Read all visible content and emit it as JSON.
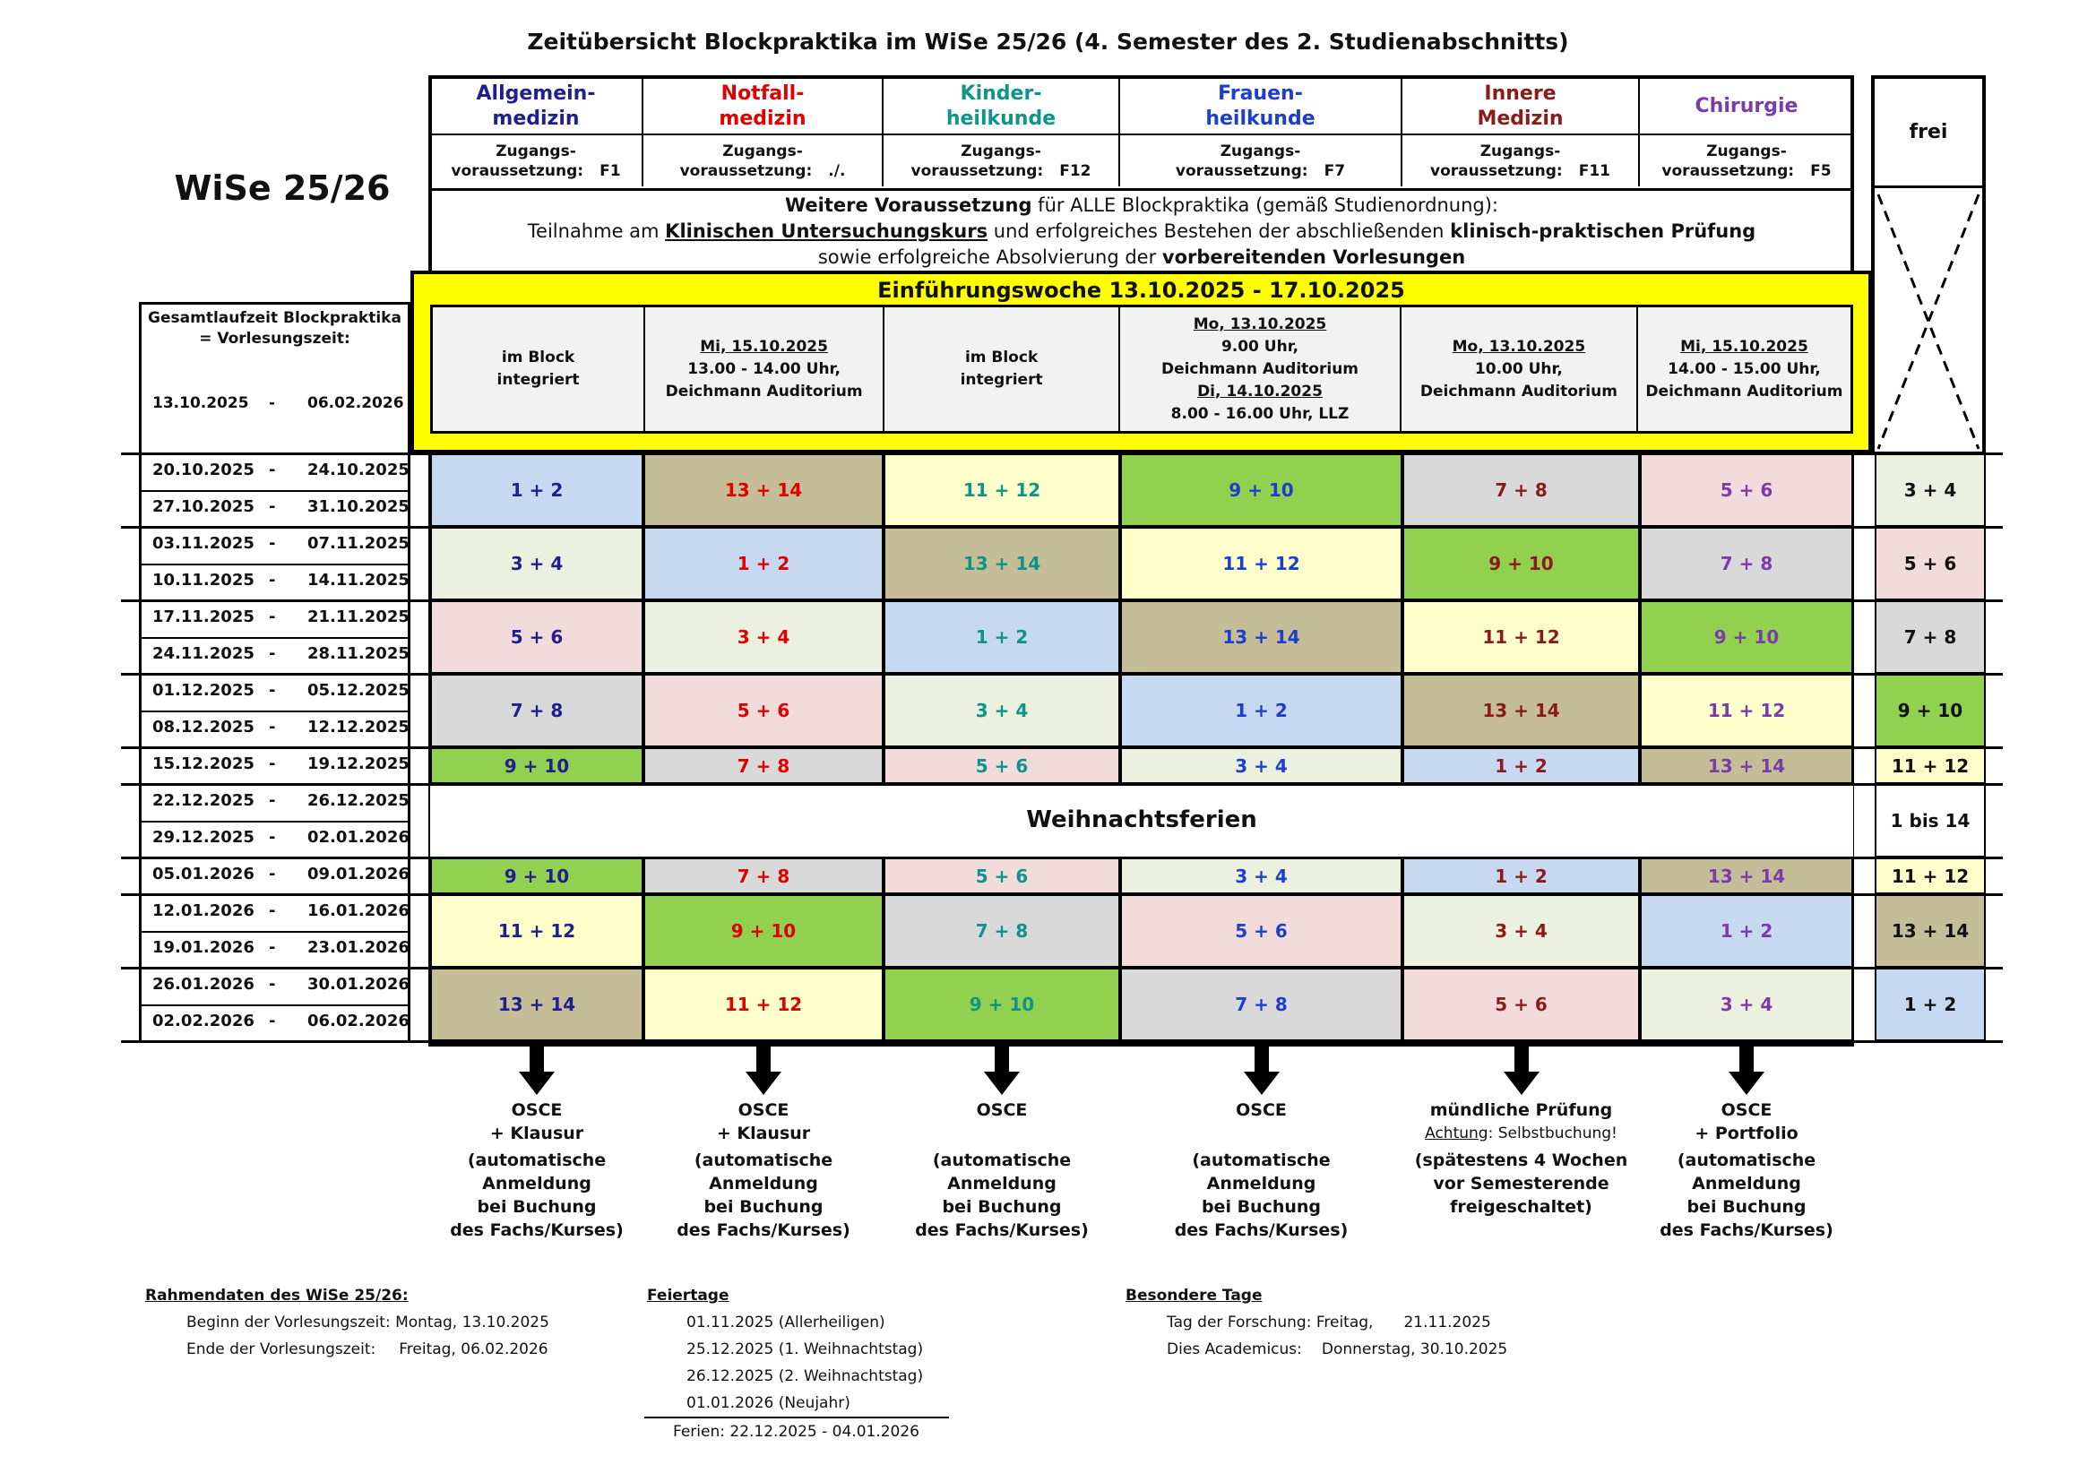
{
  "title": "Zeitübersicht Blockpraktika im WiSe 25/26 (4. Semester des 2. Studienabschnitts)",
  "semester": "WiSe 25/26",
  "gesamt": {
    "line1": "Gesamtlaufzeit Blockpraktika",
    "line2": "= Vorlesungszeit:",
    "start": "13.10.2025",
    "sep": "-",
    "end": "06.02.2026"
  },
  "subjects": [
    {
      "name1": "Allgemein-",
      "name2": "medizin",
      "color": "#1f1f8f",
      "z1": "Zugangs-",
      "z2": "voraussetzung:",
      "zv": "F1"
    },
    {
      "name1": "Notfall-",
      "name2": "medizin",
      "color": "#e00000",
      "z1": "Zugangs-",
      "z2": "voraussetzung:",
      "zv": "./."
    },
    {
      "name1": "Kinder-",
      "name2": "heilkunde",
      "color": "#0e9488",
      "z1": "Zugangs-",
      "z2": "voraussetzung:",
      "zv": "F12"
    },
    {
      "name1": "Frauen-",
      "name2": "heilkunde",
      "color": "#1e3ecf",
      "z1": "Zugangs-",
      "z2": "voraussetzung:",
      "zv": "F7"
    },
    {
      "name1": "Innere",
      "name2": "Medizin",
      "color": "#8b1a1a",
      "z1": "Zugangs-",
      "z2": "voraussetzung:",
      "zv": "F11"
    },
    {
      "name1": "Chirurgie",
      "name2": "",
      "color": "#7a3cab",
      "z1": "Zugangs-",
      "z2": "voraussetzung:",
      "zv": "F5"
    }
  ],
  "frei": "frei",
  "weitere": {
    "b1": "Weitere Voraussetzung",
    "t1": " für ALLE Blockpraktika (gemäß Studienordnung):",
    "t2a": "Teilnahme am ",
    "u2": "Klinischen Untersuchungskurs",
    "t2b": " und erfolgreiches Bestehen der abschließenden ",
    "b2": "klinisch-praktischen Prüfung",
    "t3a": "sowie erfolgreiche Absolvierung der ",
    "b3": "vorbereitenden Vorlesungen"
  },
  "einf": "Einführungswoche   13.10.2025 - 17.10.2025",
  "intro": [
    {
      "l1": "im Block",
      "l2": "integriert"
    },
    {
      "u1": "Mi, 15.10.2025",
      "l2": "13.00 - 14.00 Uhr,",
      "l3": "Deichmann Auditorium"
    },
    {
      "l1": "im Block",
      "l2": "integriert"
    },
    {
      "u1": "Mo, 13.10.2025",
      "l2": "9.00 Uhr,",
      "l3": "Deichmann Auditorium",
      "u4": "Di, 14.10.2025",
      "l5": "8.00 - 16.00 Uhr, LLZ"
    },
    {
      "u1": "Mo, 13.10.2025",
      "l2": "10.00 Uhr,",
      "l3": "Deichmann Auditorium"
    },
    {
      "u1": "Mi, 15.10.2025",
      "l2": "14.00 - 15.00 Uhr,",
      "l3": "Deichmann Auditorium"
    }
  ],
  "weeks": [
    [
      "20.10.2025",
      "24.10.2025"
    ],
    [
      "27.10.2025",
      "31.10.2025"
    ],
    [
      "03.11.2025",
      "07.11.2025"
    ],
    [
      "10.11.2025",
      "14.11.2025"
    ],
    [
      "17.11.2025",
      "21.11.2025"
    ],
    [
      "24.11.2025",
      "28.11.2025"
    ],
    [
      "01.12.2025",
      "05.12.2025"
    ],
    [
      "08.12.2025",
      "12.12.2025"
    ],
    [
      "15.12.2025",
      "19.12.2025"
    ],
    [
      "22.12.2025",
      "26.12.2025"
    ],
    [
      "29.12.2025",
      "02.01.2026"
    ],
    [
      "05.01.2026",
      "09.01.2026"
    ],
    [
      "12.01.2026",
      "16.01.2026"
    ],
    [
      "19.01.2026",
      "23.01.2026"
    ],
    [
      "26.01.2026",
      "30.01.2026"
    ],
    [
      "02.02.2026",
      "06.02.2026"
    ]
  ],
  "week_sep": "-",
  "groupcolors": {
    "1 + 2": "#c6d9f1",
    "3 + 4": "#ebf1de",
    "5 + 6": "#f2dcdb",
    "7 + 8": "#d9d9d9",
    "9 + 10": "#92d050",
    "11 + 12": "#ffffcc",
    "13 + 14": "#c4bd97",
    "1 bis 14": "#ffffff"
  },
  "blocks": [
    [
      "1 + 2",
      "13 + 14",
      "11 + 12",
      "9 + 10",
      "7 + 8",
      "5 + 6",
      "3 + 4"
    ],
    [
      "3 + 4",
      "1 + 2",
      "13 + 14",
      "11 + 12",
      "9 + 10",
      "7 + 8",
      "5 + 6"
    ],
    [
      "5 + 6",
      "3 + 4",
      "1 + 2",
      "13 + 14",
      "11 + 12",
      "9 + 10",
      "7 + 8"
    ],
    [
      "7 + 8",
      "5 + 6",
      "3 + 4",
      "1 + 2",
      "13 + 14",
      "11 + 12",
      "9 + 10"
    ],
    [
      "9 + 10",
      "7 + 8",
      "5 + 6",
      "3 + 4",
      "1 + 2",
      "13 + 14",
      "11 + 12"
    ],
    [
      "",
      "",
      "",
      "",
      "",
      "",
      "1 bis 14"
    ],
    [
      "9 + 10",
      "7 + 8",
      "5 + 6",
      "3 + 4",
      "1 + 2",
      "13 + 14",
      "11 + 12"
    ],
    [
      "11 + 12",
      "9 + 10",
      "7 + 8",
      "5 + 6",
      "3 + 4",
      "1 + 2",
      "13 + 14"
    ],
    [
      "13 + 14",
      "11 + 12",
      "9 + 10",
      "7 + 8",
      "5 + 6",
      "3 + 4",
      "1 + 2"
    ]
  ],
  "weihnachten": "Weihnachtsferien",
  "exams": [
    {
      "a": "OSCE",
      "b": "+ Klausur",
      "c": "(automatische",
      "d": "Anmeldung",
      "e": "bei Buchung",
      "f": "des Fachs/Kurses)"
    },
    {
      "a": "OSCE",
      "b": "+ Klausur",
      "c": "(automatische",
      "d": "Anmeldung",
      "e": "bei Buchung",
      "f": "des Fachs/Kurses)"
    },
    {
      "a": "OSCE",
      "b": "",
      "c": "(automatische",
      "d": "Anmeldung",
      "e": "bei Buchung",
      "f": "des Fachs/Kurses)"
    },
    {
      "a": "OSCE",
      "b": "",
      "c": "(automatische",
      "d": "Anmeldung",
      "e": "bei Buchung",
      "f": "des Fachs/Kurses)"
    },
    {
      "a": "mündliche Prüfung",
      "bu": "Achtung",
      "bn": ": Selbstbuchung!",
      "c": "(spätestens 4 Wochen",
      "d": "vor Semesterende",
      "e": "freigeschaltet)",
      "f": ""
    },
    {
      "a": "OSCE",
      "b": "+ Portfolio",
      "c": "(automatische",
      "d": "Anmeldung",
      "e": "bei Buchung",
      "f": "des Fachs/Kurses)"
    }
  ],
  "rahmen": {
    "h": "Rahmendaten des WiSe 25/26:",
    "l1a": "Beginn der Vorlesungszeit: Montag, 13.10.2025",
    "l2a": "Ende der Vorlesungszeit:",
    "l2b": "Freitag,  06.02.2026"
  },
  "feiertage": {
    "h": "Feiertage",
    "items": [
      "01.11.2025 (Allerheiligen)",
      "25.12.2025 (1. Weihnachtstag)",
      "26.12.2025 (2. Weihnachtstag)",
      "01.01.2026 (Neujahr)"
    ],
    "ferien": "Ferien: 22.12.2025 - 04.01.2026"
  },
  "besondere": {
    "h": "Besondere Tage",
    "l1a": "Tag der Forschung:  Freitag,",
    "l1b": "21.11.2025",
    "l2a": "Dies Academicus:",
    "l2b": "Donnerstag, 30.10.2025"
  }
}
